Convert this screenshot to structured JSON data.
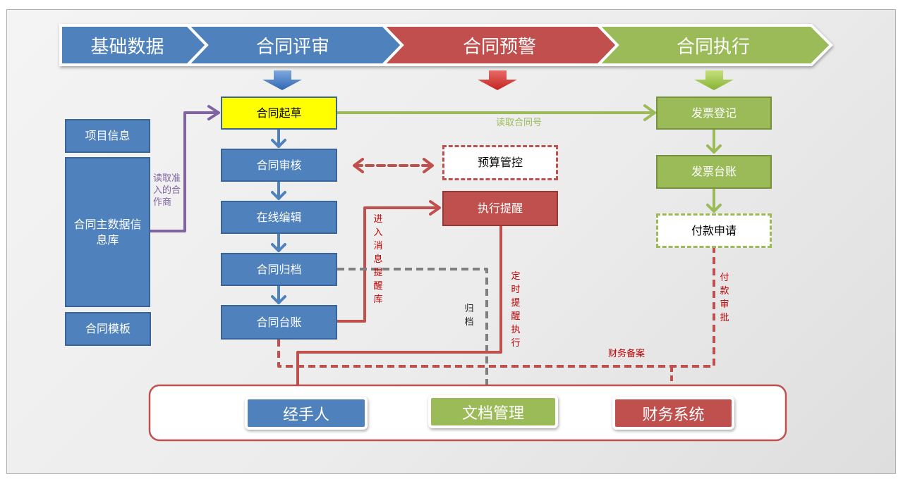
{
  "stages": [
    {
      "label": "基础数据",
      "color": "#4f81bd"
    },
    {
      "label": "合同评审",
      "color": "#4f81bd"
    },
    {
      "label": "合同预警",
      "color": "#c0504d"
    },
    {
      "label": "合同执行",
      "color": "#9bbb59"
    }
  ],
  "basic_data": {
    "project_info": "项目信息",
    "master_data": "合同主数据信息库",
    "template": "合同模板"
  },
  "review": {
    "draft": "合同起草",
    "audit": "合同审核",
    "online_edit": "在线编辑",
    "archive": "合同归档",
    "ledger": "合同台账"
  },
  "warning": {
    "budget_control": "预算管控",
    "execution_reminder": "执行提醒"
  },
  "execution": {
    "invoice_register": "发票登记",
    "invoice_ledger": "发票台账",
    "payment_request": "付款申请"
  },
  "annotations": {
    "read_partner": "读取准入的合作商",
    "read_contract_no": "读取合同号",
    "enter_message_lib": "进入消息提醒库",
    "archive": "归档",
    "timed_reminder": "定时提醒执行",
    "payment_approval": "付款审批",
    "finance_filing": "财务备案"
  },
  "systems": {
    "handler": "经手人",
    "doc_management": "文档管理",
    "finance_system": "财务系统"
  },
  "colors": {
    "blue": "#4f81bd",
    "red": "#c0504d",
    "green": "#9bbb59",
    "purple": "#8064a2",
    "gray": "#7f7f7f",
    "yellow": "#ffff00"
  }
}
